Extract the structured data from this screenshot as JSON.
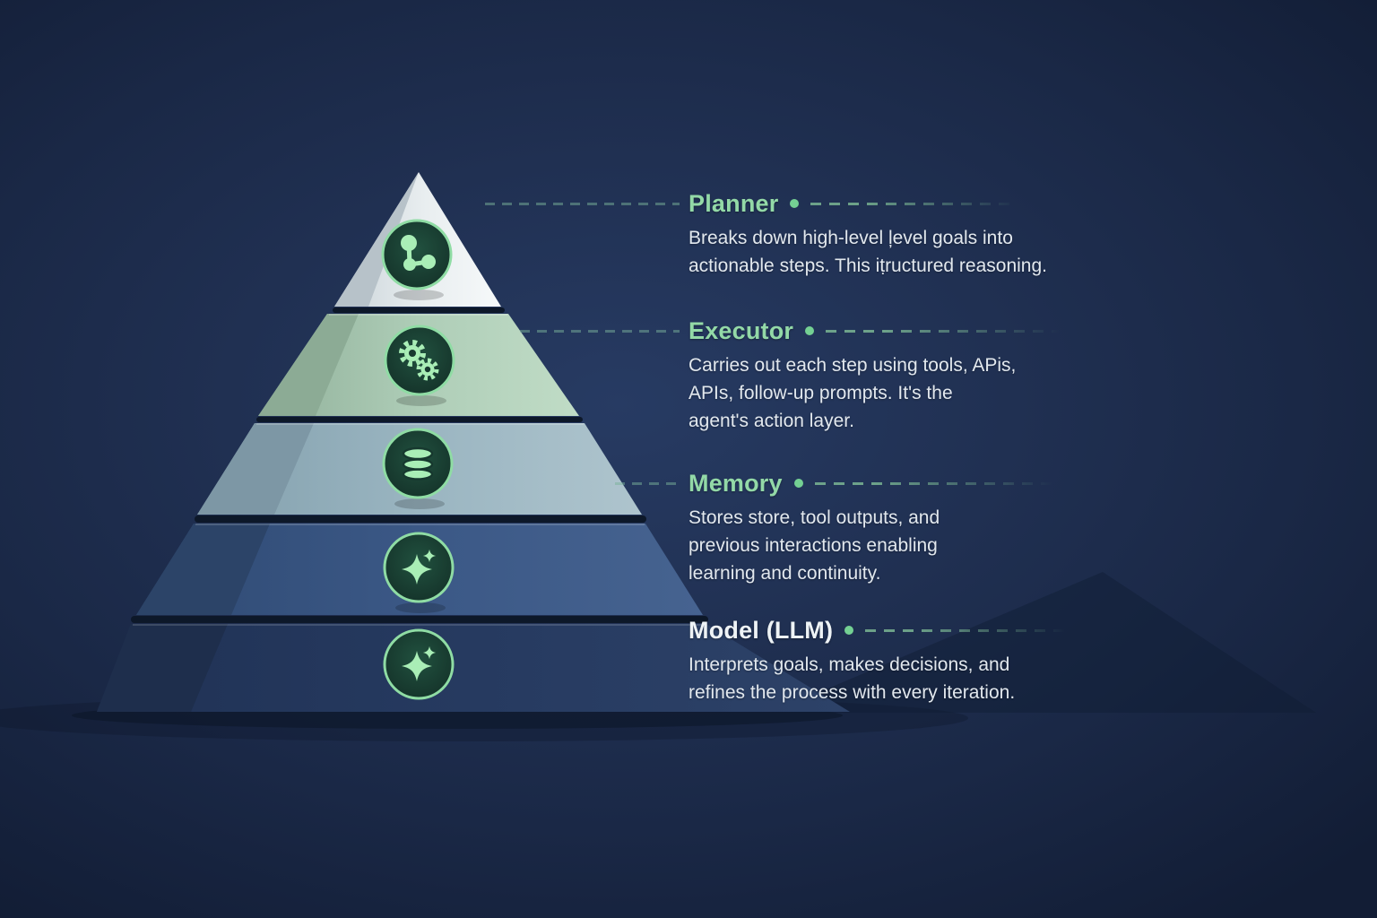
{
  "accent": {
    "heading_green": "#93d9a7",
    "heading_white": "#eef3f6",
    "body_text": "#e2e8ee",
    "dash_green": "#86c79b",
    "dot_green": "#74d093",
    "icon_bg": "#17392f",
    "icon_ring": "#8fdca4",
    "icon_glyph": "#a9eeb6",
    "background": "#1f2f52"
  },
  "pyramid": {
    "layers": [
      {
        "name": "planner-cap",
        "icon": "hierarchy-icon",
        "front_color": "#e9eef0",
        "side_color": "#b7c2c9"
      },
      {
        "name": "executor",
        "icon": "gears-icon",
        "front_color": "#aecdb7",
        "side_color": "#8cab95"
      },
      {
        "name": "memory",
        "icon": "database-icon",
        "front_color": "#9ab5c1",
        "side_color": "#7d97a5"
      },
      {
        "name": "model-upper",
        "icon": "sparkles-icon",
        "front_color": "#3b5886",
        "side_color": "#2c4468"
      },
      {
        "name": "model-base",
        "icon": "sparkles-icon",
        "front_color": "#263a60",
        "side_color": "#1e2e4c"
      }
    ]
  },
  "sections": [
    {
      "title": "Planner",
      "lines": [
        "Breaks down high-level ļevel goals into",
        "actionable steps. This iṭructured reasoning."
      ]
    },
    {
      "title": "Executor",
      "lines": [
        "Carries out each step using tools, APis,",
        "APIs, follow-up prompts. It's the",
        "agent's action layer."
      ]
    },
    {
      "title": "Memory",
      "lines": [
        "Stores store, tool outputs, and",
        "previous interactions enabling",
        "learning and continuity."
      ]
    },
    {
      "title": "Model (LLM)",
      "lines": [
        "Interprets goals, makes decisions, and",
        "refines the process with every iteration."
      ]
    }
  ]
}
